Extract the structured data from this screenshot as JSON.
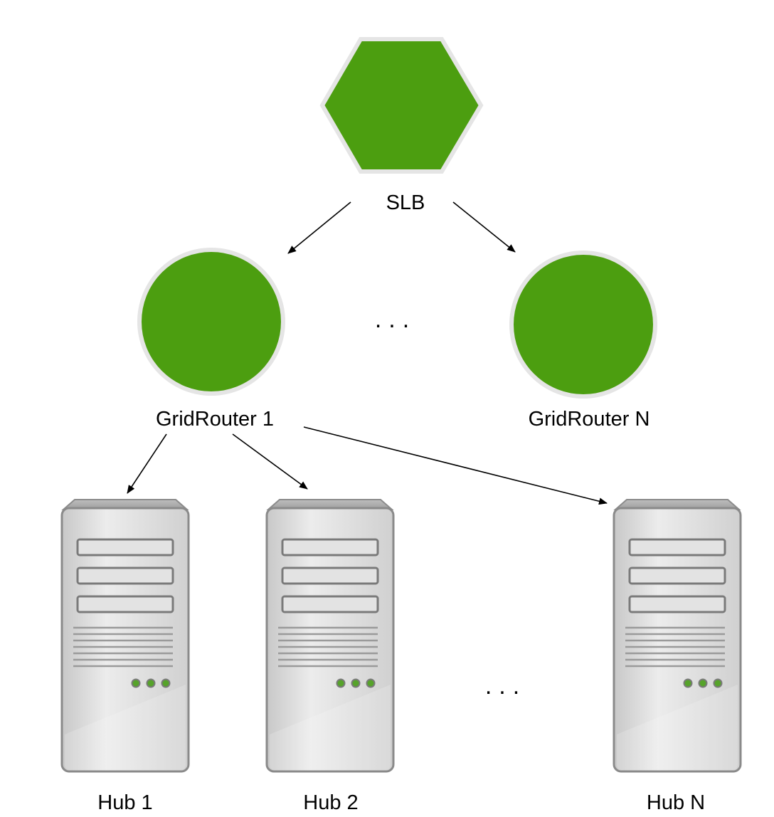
{
  "colors": {
    "node_green": "#4c9e10",
    "node_border": "#e7e7e7",
    "server_body": "#d9d9d9",
    "server_outline": "#8c8c8c",
    "led_green": "#56a32a",
    "arrow": "#000000"
  },
  "icons": {
    "load_balancer": "hexagon-icon",
    "router": "circle-icon",
    "hub": "server-tower-icon"
  },
  "nodes": {
    "slb": {
      "label": "SLB"
    },
    "routers": [
      {
        "label": "GridRouter 1"
      },
      {
        "label": "GridRouter N"
      }
    ],
    "hubs": [
      {
        "label": "Hub 1"
      },
      {
        "label": "Hub 2"
      },
      {
        "label": "Hub N"
      }
    ]
  },
  "ellipsis": {
    "routers": "...",
    "hubs": "..."
  }
}
